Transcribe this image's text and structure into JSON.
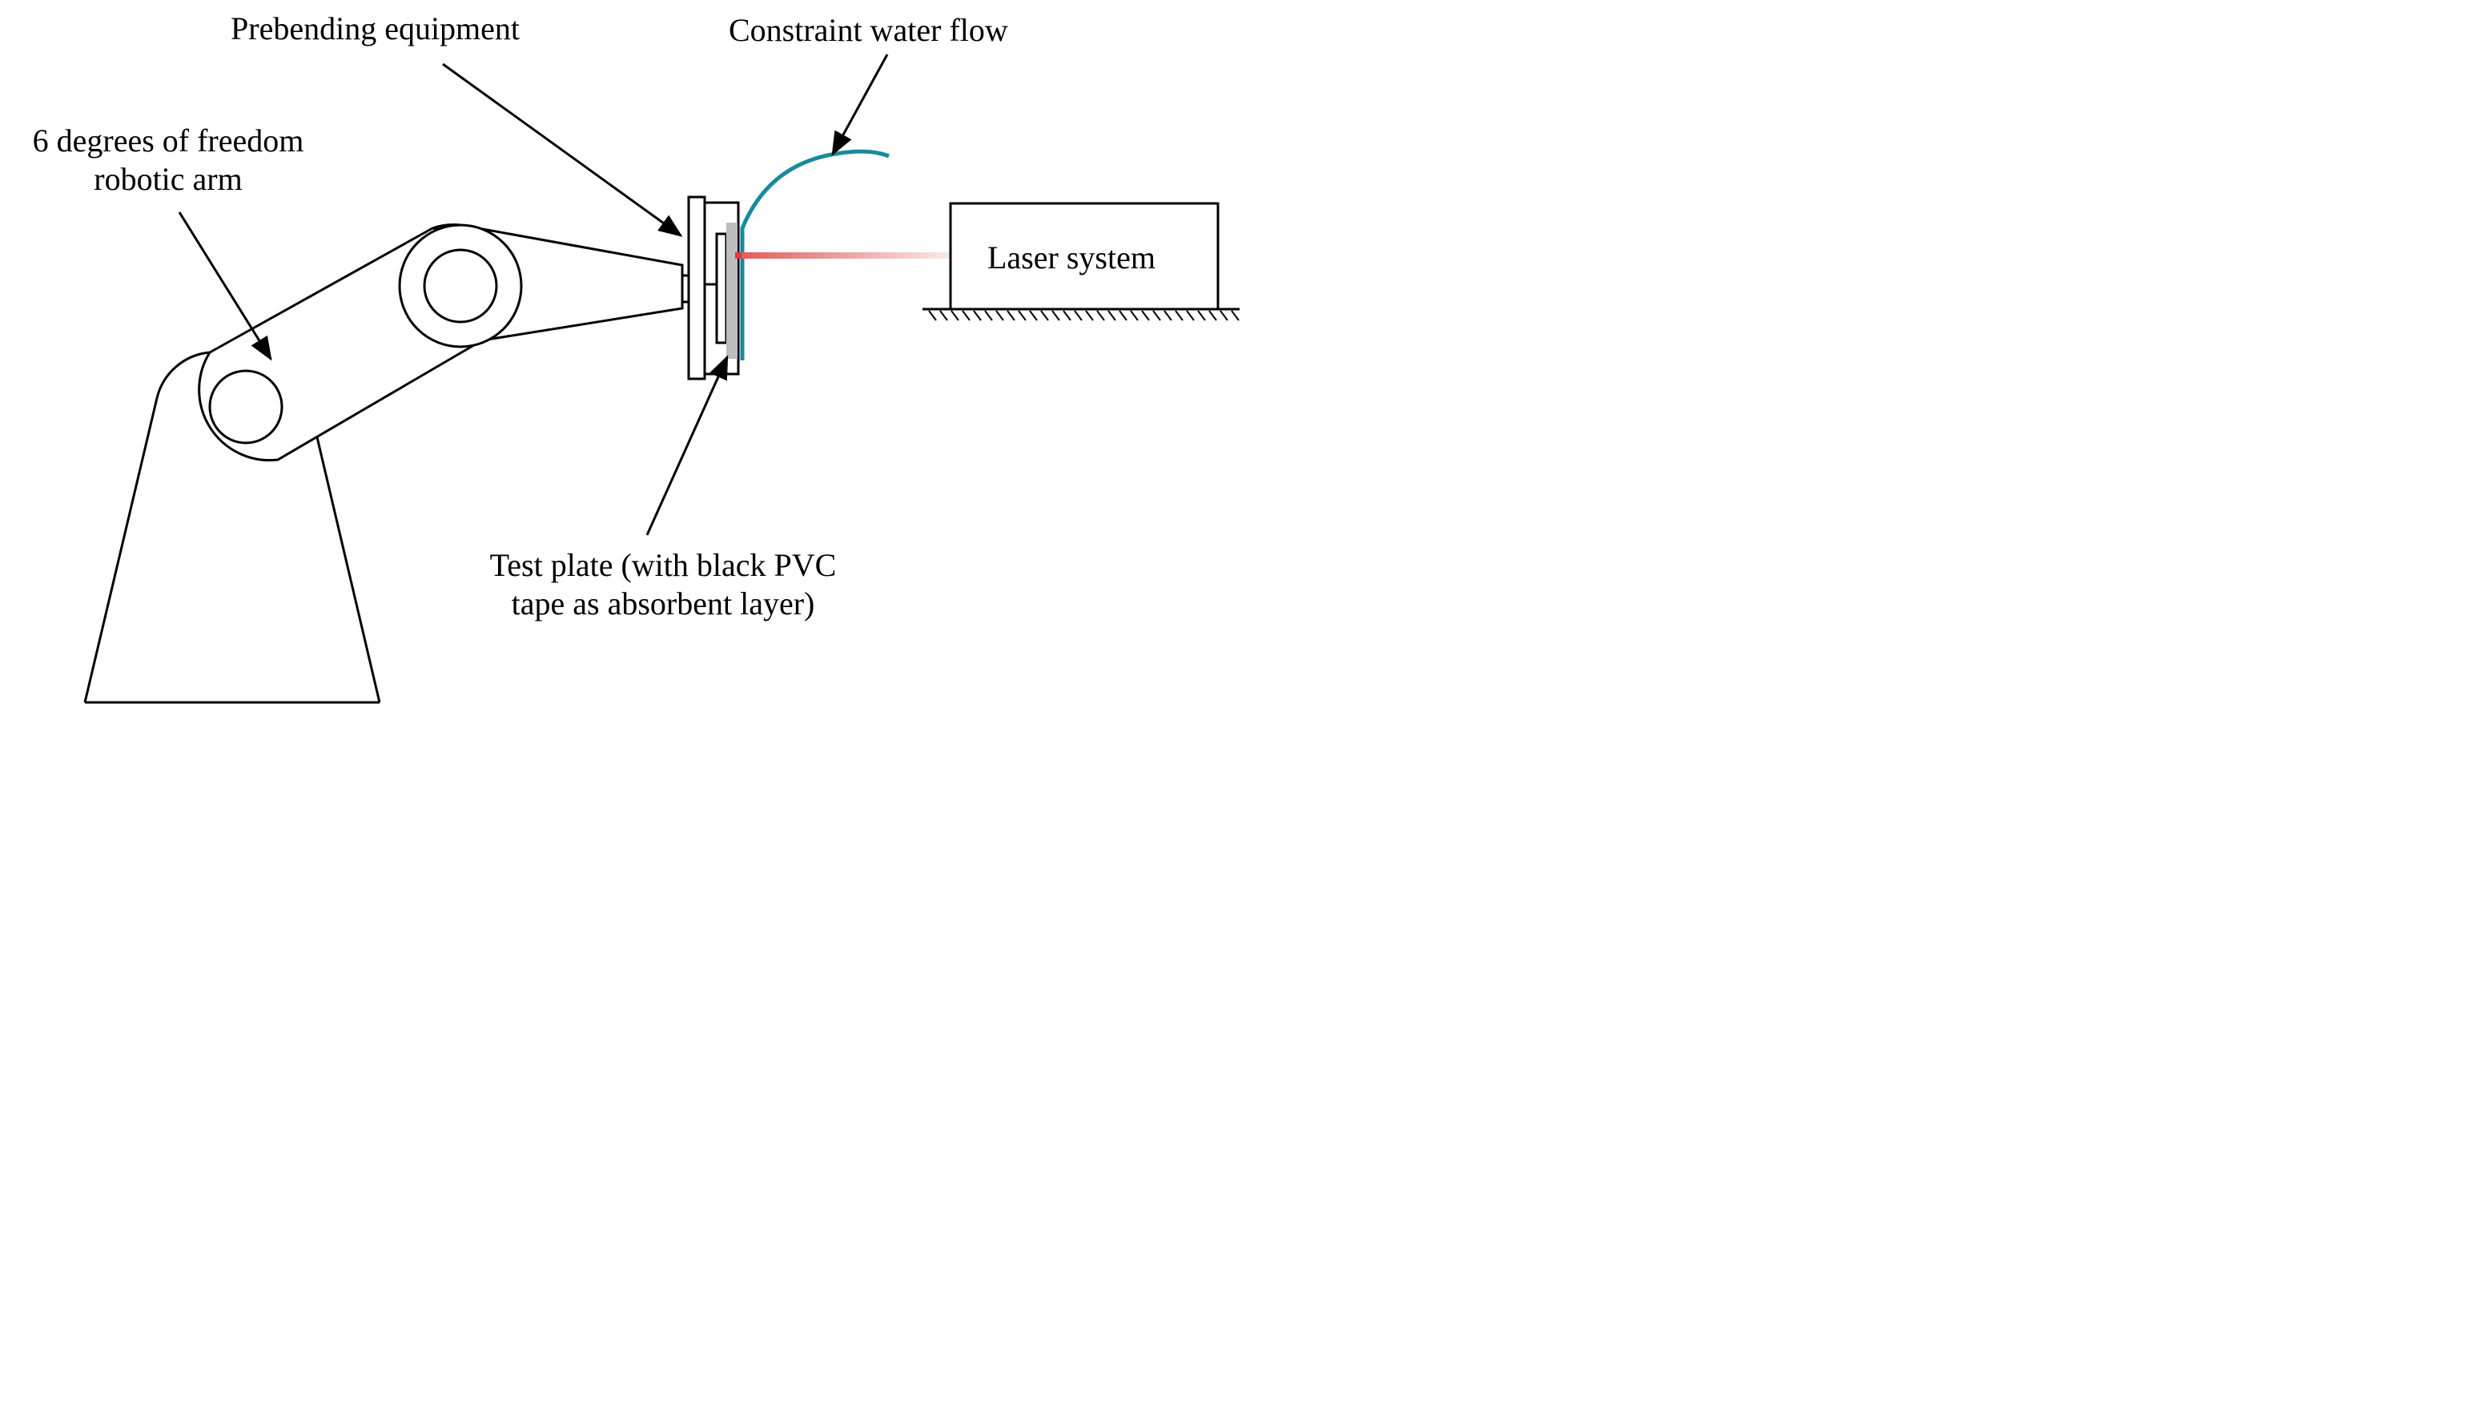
{
  "labels": {
    "prebending": "Prebending equipment",
    "water_flow": "Constraint water flow",
    "robot_arm_line1": "6 degrees of freedom",
    "robot_arm_line2": "robotic arm",
    "laser": "Laser system",
    "test_plate_line1": "Test plate (with black PVC",
    "test_plate_line2": "tape as absorbent layer)"
  },
  "colors": {
    "stroke": "#000000",
    "water": "#1a8a9c",
    "laser_beam": "#e06060",
    "absorbent_layer": "#bdbdbd"
  }
}
